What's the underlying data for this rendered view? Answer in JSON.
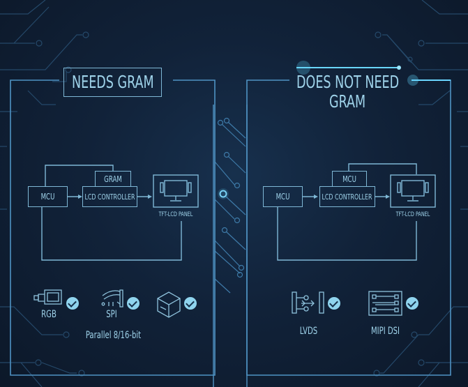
{
  "left_panel": {
    "title": "NEEDS GRAM",
    "diagram": {
      "mcu": "MCU",
      "gram": "GRAM",
      "controller": "LCD CONTROLLER",
      "panel": "TFT-LCD PANEL"
    },
    "interfaces": [
      {
        "label": "RGB",
        "icon": "rgb-connector-icon",
        "checked": true
      },
      {
        "label": "SPI",
        "icon": "spi-signal-icon",
        "checked": true
      },
      {
        "label": "",
        "icon": "cube-icon",
        "checked": true
      }
    ],
    "footer": "Parallel 8/16-bit"
  },
  "right_panel": {
    "title_line1": "DOES NOT NEED",
    "title_line2": "GRAM",
    "diagram": {
      "mcu": "MCU",
      "mcu_top": "MCU",
      "controller": "LCD CONTROLLER",
      "panel": "TFT-LCD PANEL"
    },
    "interfaces": [
      {
        "label": "LVDS",
        "icon": "lvds-circuit-icon",
        "checked": true
      },
      {
        "label": "MIPI DSI",
        "icon": "mipi-dsi-icon",
        "checked": true
      }
    ]
  },
  "colors": {
    "background": "#112239",
    "line": "#4f93c4",
    "text": "#9fd3ea",
    "check": "#8fd4ee",
    "glow": "#5fd8ff"
  }
}
